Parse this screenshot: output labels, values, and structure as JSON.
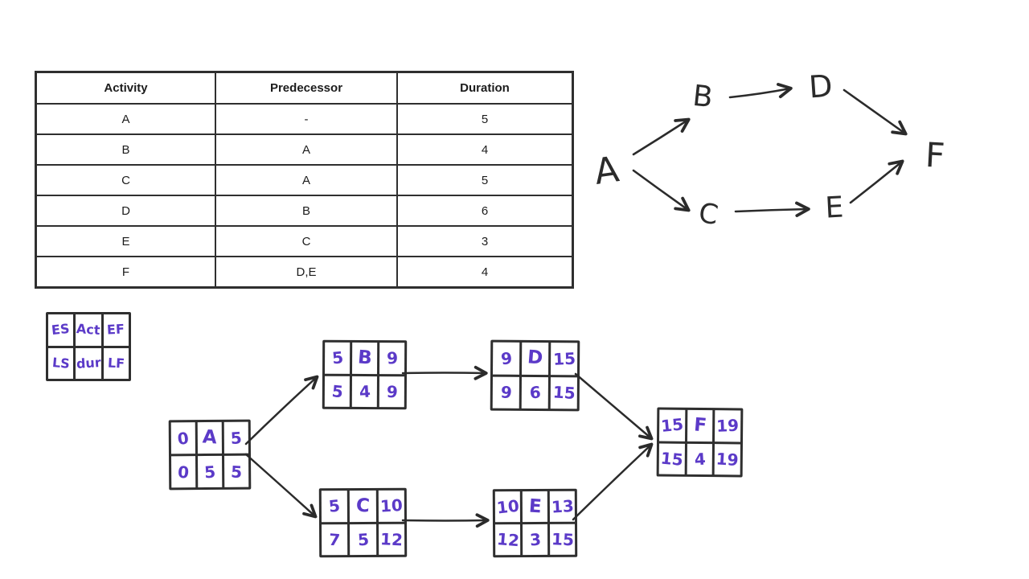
{
  "colors": {
    "background": "#ffffff",
    "ink_black": "#2b2b2b",
    "ink_purple": "#5b3ac8",
    "table_border": "#2f2f2f"
  },
  "activity_table": {
    "headers": [
      "Activity",
      "Predecessor",
      "Duration"
    ],
    "rows": [
      [
        "A",
        "-",
        "5"
      ],
      [
        "B",
        "A",
        "4"
      ],
      [
        "C",
        "A",
        "5"
      ],
      [
        "D",
        "B",
        "6"
      ],
      [
        "E",
        "C",
        "3"
      ],
      [
        "F",
        "D,E",
        "4"
      ]
    ]
  },
  "sketch": {
    "nodes": [
      {
        "label": "A"
      },
      {
        "label": "B"
      },
      {
        "label": "C"
      },
      {
        "label": "D"
      },
      {
        "label": "E"
      },
      {
        "label": "F"
      }
    ],
    "edges": [
      "A→B",
      "B→D",
      "D→F",
      "A→C",
      "C→E",
      "E→F"
    ]
  },
  "legend": {
    "cells": [
      "ES",
      "Act",
      "EF",
      "LS",
      "dur",
      "LF"
    ]
  },
  "pdm": {
    "nodes": [
      {
        "id": "A",
        "es": "0",
        "act": "A",
        "ef": "5",
        "ls": "0",
        "dur": "5",
        "lf": "5"
      },
      {
        "id": "B",
        "es": "5",
        "act": "B",
        "ef": "9",
        "ls": "5",
        "dur": "4",
        "lf": "9"
      },
      {
        "id": "C",
        "es": "5",
        "act": "C",
        "ef": "10",
        "ls": "7",
        "dur": "5",
        "lf": "12"
      },
      {
        "id": "D",
        "es": "9",
        "act": "D",
        "ef": "15",
        "ls": "9",
        "dur": "6",
        "lf": "15"
      },
      {
        "id": "E",
        "es": "10",
        "act": "E",
        "ef": "13",
        "ls": "12",
        "dur": "3",
        "lf": "15"
      },
      {
        "id": "F",
        "es": "15",
        "act": "F",
        "ef": "19",
        "ls": "15",
        "dur": "4",
        "lf": "19"
      }
    ]
  }
}
